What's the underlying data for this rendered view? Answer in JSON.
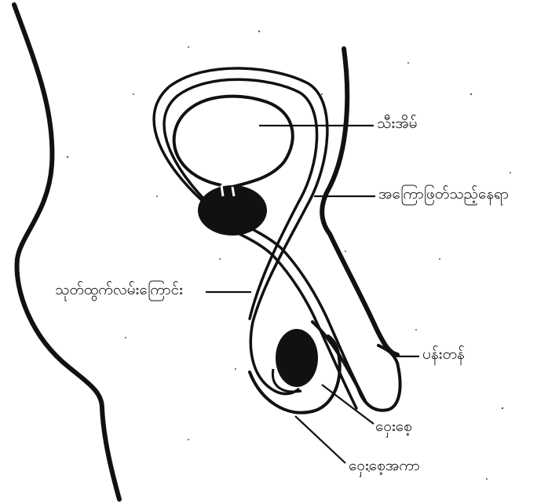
{
  "labels": {
    "bladder": "သီးအိမ်",
    "prostate": "အကြောဖြတ်သည့်နေရာ",
    "urethra": "သုတ်ထွက်လမ်းကြောင်း",
    "penis": "ပန်းတန်",
    "testis": "ဝှေးစေ့",
    "scrotum": "ဝှေးစေ့အကာ"
  },
  "colors": {
    "ink": "#111111",
    "background": "#ffffff"
  }
}
